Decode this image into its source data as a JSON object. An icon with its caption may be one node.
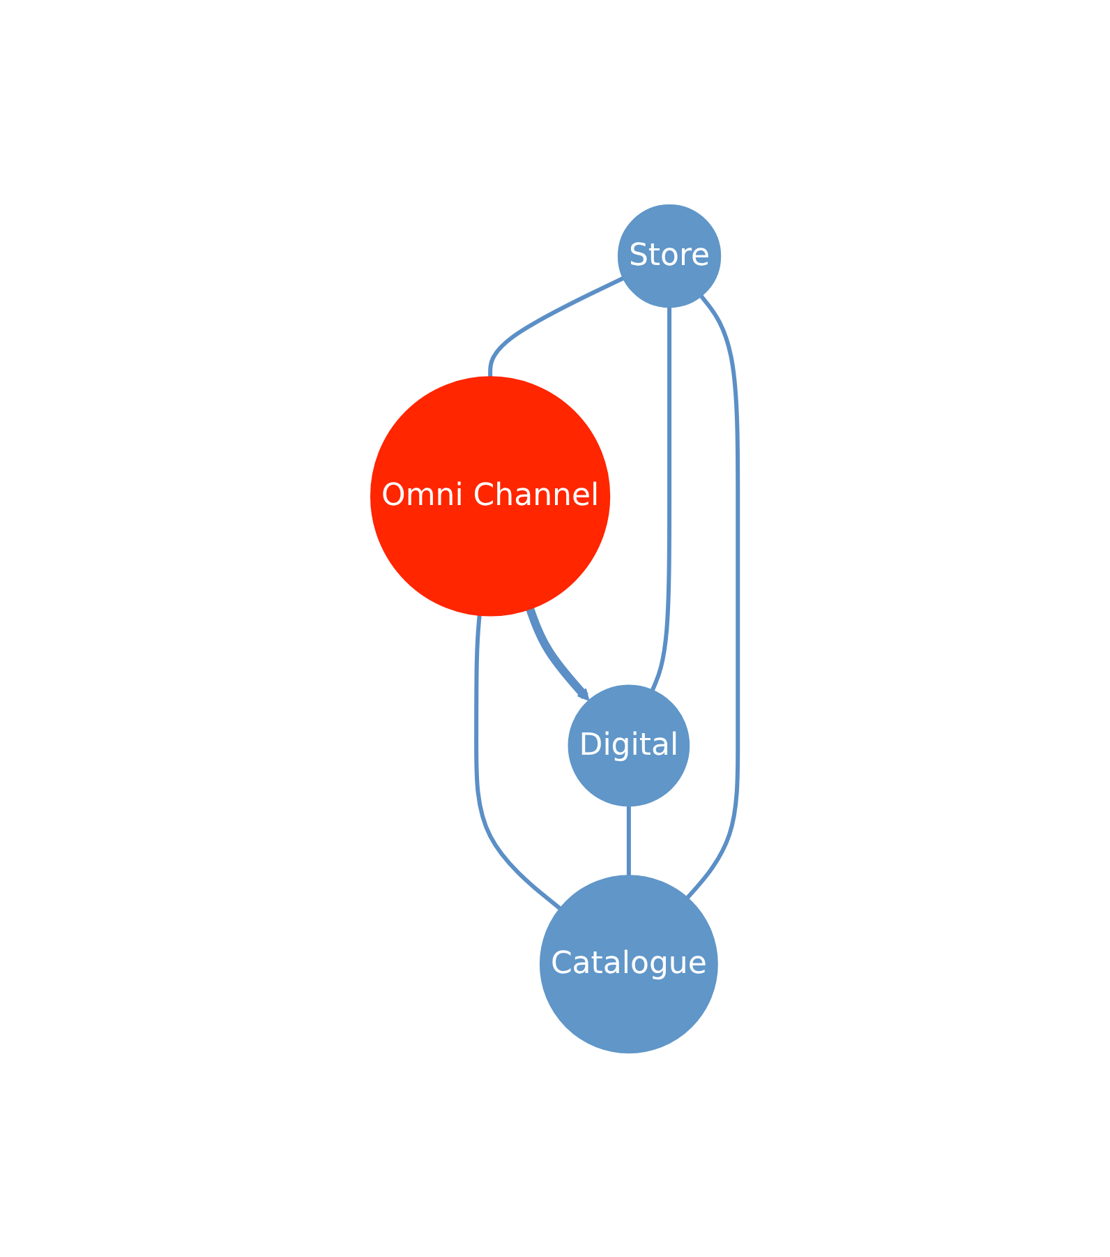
{
  "diagram": {
    "nodes": [
      {
        "text": [
          "Store"
        ]
      },
      {
        "text": [
          "Omni Channel"
        ]
      },
      {
        "text": [
          "Digital"
        ]
      },
      {
        "text": [
          "Catalogue"
        ]
      }
    ],
    "edges": [
      {
        "from": 0,
        "to": 1,
        "arrow": "none"
      },
      {
        "from": 1,
        "to": 3,
        "arrow": "none"
      },
      {
        "from": 0,
        "to": 2,
        "arrow": "none"
      },
      {
        "from": 2,
        "to": 3,
        "arrow": "none"
      },
      {
        "from": 0,
        "to": 3,
        "arrow": "none"
      },
      {
        "from": 1,
        "to": 2,
        "arrow": "to",
        "style": "thick"
      }
    ]
  }
}
